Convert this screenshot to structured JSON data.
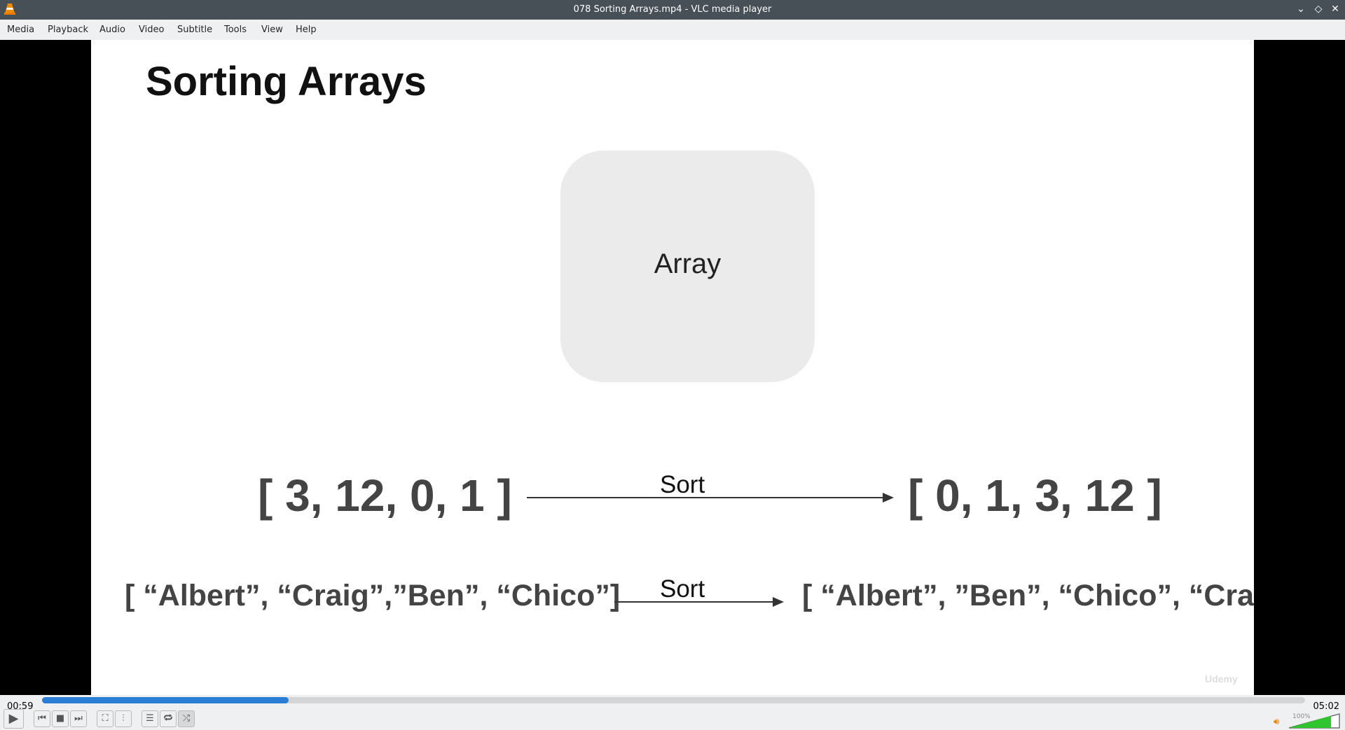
{
  "window": {
    "title": "078 Sorting Arrays.mp4 - VLC media player"
  },
  "menu": [
    "Media",
    "Playback",
    "Audio",
    "Video",
    "Subtitle",
    "Tools",
    "View",
    "Help"
  ],
  "slide": {
    "heading": "Sorting Arrays",
    "box_label": "Array",
    "row1": {
      "input": "[ 3, 12, 0, 1 ]",
      "action": "Sort",
      "output": "[ 0, 1, 3, 12 ]"
    },
    "row2": {
      "input": "[ “Albert”, “Craig”,”Ben”, “Chico”]",
      "action": "Sort",
      "output": "[ “Albert”, ”Ben”, “Chico”, “Craig”]"
    },
    "watermark": "Udemy"
  },
  "player": {
    "elapsed": "00:59",
    "total": "05:02",
    "progress_percent": 19.5,
    "volume_label": "100%",
    "volume_percent": 100,
    "accent": "#2a7fd4",
    "volume_color": "#2ec52e"
  }
}
